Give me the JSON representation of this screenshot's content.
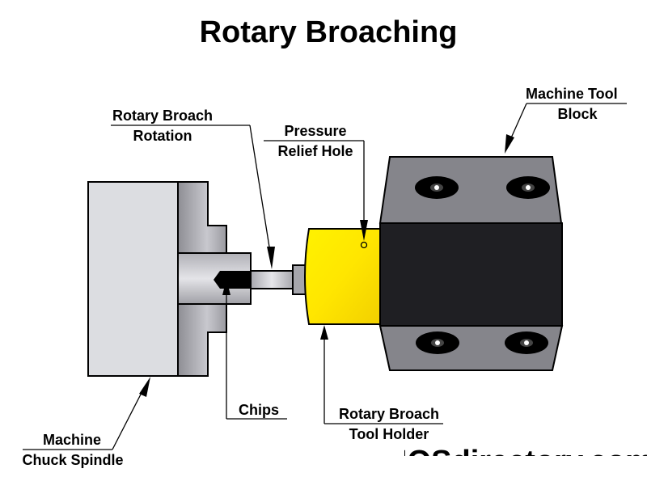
{
  "title": "Rotary Broaching",
  "labels": {
    "rotary_broach_rotation": [
      "Rotary Broach",
      "Rotation"
    ],
    "pressure_relief_hole": [
      "Pressure",
      "Relief Hole"
    ],
    "machine_tool_block": [
      "Machine Tool",
      "Block"
    ],
    "machine_chuck_spindle": [
      "Machine",
      "Chuck Spindle"
    ],
    "chips": "Chips",
    "rotary_broach_tool_holder": [
      "Rotary Broach",
      "Tool Holder"
    ]
  },
  "watermark": "IQSdirectory.com",
  "colors": {
    "tool_holder": "#ffee00",
    "tool_block_light": "#808086",
    "tool_block_dark": "#1e1e22",
    "chuck": "#dcdde1",
    "chuck_jaw": "#9a9aa0",
    "broach": "#c0c0c6"
  }
}
